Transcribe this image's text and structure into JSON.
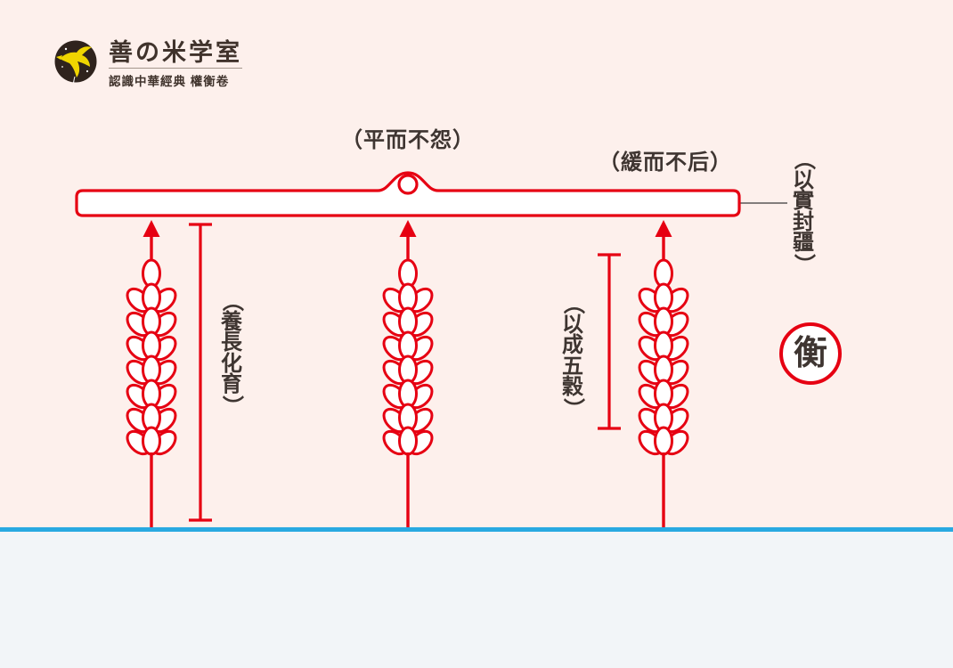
{
  "colors": {
    "background": "#fdf0ec",
    "accent_red": "#e60012",
    "ground_blue": "#29a9e1",
    "lower_background": "#f2f5f8",
    "text_dark": "#3e3531",
    "logo_circle": "#2f231d",
    "logo_bird_yellow": "#efd500",
    "connector_gray": "#595757",
    "beam_fill": "#ffffff"
  },
  "logo": {
    "title": "善の米学室",
    "subtitle": "認識中華經典 權衡卷"
  },
  "annotations": {
    "balance_top": "（平而不怨）",
    "balance_right": "（緩而不后）",
    "beam_end": "（以實封疆）",
    "left_measure": "（養長化育）",
    "right_measure": "（以成五穀）",
    "seal": "衡"
  }
}
